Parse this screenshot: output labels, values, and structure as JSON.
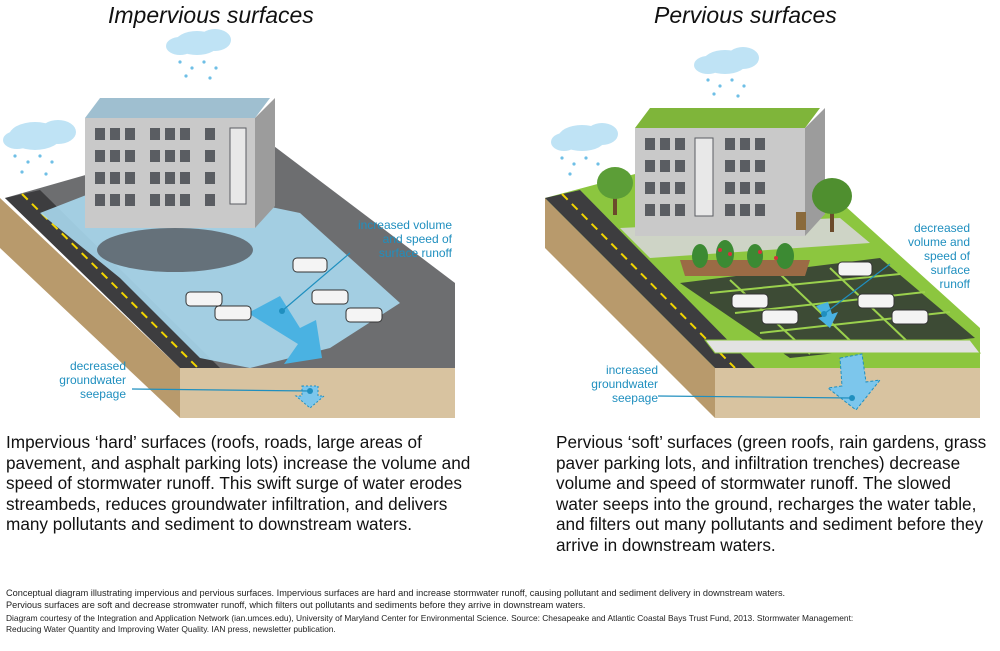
{
  "left": {
    "title": "Impervious surfaces",
    "callout_runoff": [
      "increased volume",
      "and speed of",
      "surface runoff"
    ],
    "callout_seepage": [
      "decreased",
      "groundwater",
      "seepage"
    ],
    "description": "Impervious ‘hard’ surfaces (roofs, roads, large areas of pavement, and asphalt parking lots) increase the volume and speed of stormwater runoff. This swift surge of water erodes streambeds, reduces groundwater infiltration, and delivers many pollutants and sediment to downstream waters."
  },
  "right": {
    "title": "Pervious surfaces",
    "callout_runoff": [
      "decreased",
      "volume and",
      "speed of",
      "surface",
      "runoff"
    ],
    "callout_seepage": [
      "increased",
      "groundwater",
      "seepage"
    ],
    "description": "Pervious ‘soft’ surfaces (green roofs, rain gardens, grass paver parking lots, and infiltration trenches) decrease volume and speed of stormwater runoff. The slowed water seeps into the ground, recharges the water table, and filters out many pollutants and sediment before they arrive in downstream waters."
  },
  "caption": {
    "line1": "Conceptual diagram illustrating impervious and pervious surfaces. Impervious surfaces are hard and increase stormwater runoff, causing pollutant and sediment delivery in downstream waters.",
    "line2": "Pervious surfaces are soft and decrease stromwater runoff, which filters out pollutants and sediments before they arrive in downstream waters.",
    "line3": "Diagram courtesy of the Integration and Application Network (ian.umces.edu), University of Maryland Center for Environmental Science. Source: Chesapeake and Atlantic Coastal Bays Trust Fund, 2013. Stormwater Management:",
    "line4": "Reducing Water Quantity and Improving Water Quality. IAN press, newsletter publication."
  },
  "colors": {
    "callout_blue": "#1f8fbf",
    "water": "#a9d8ee",
    "asphalt": "#58595b",
    "soil": "#d8c3a0",
    "grass": "#8cc63f",
    "building": "#c9c9c9"
  }
}
